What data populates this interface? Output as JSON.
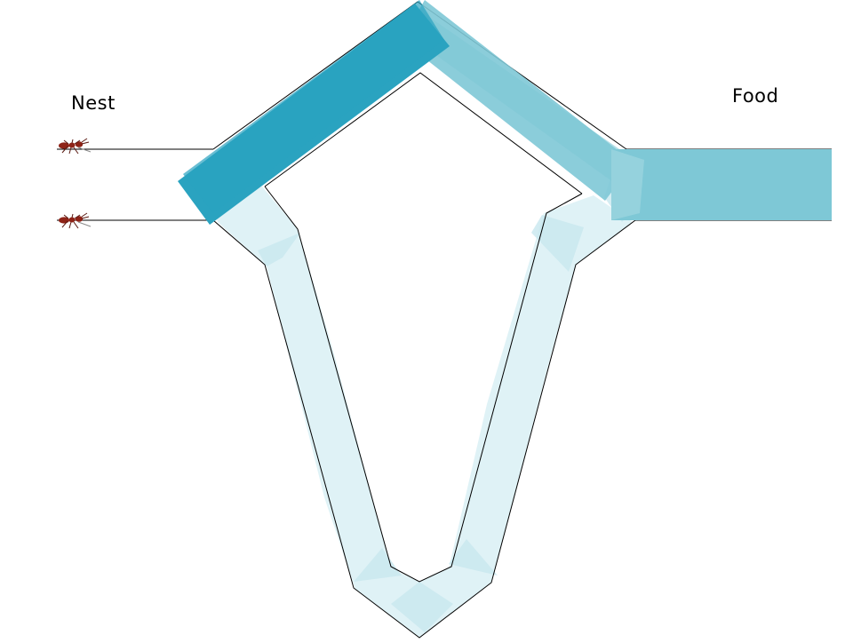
{
  "labels": {
    "nest": "Nest",
    "food": "Food"
  },
  "colors": {
    "strong_trail": "#2aa3c0",
    "medium_trail": "#7ec8d6",
    "faint_trail": "#dff2f6",
    "faint_trail_patch": "#c8e7ef",
    "path_outline": "#000000",
    "ant_body": "#8e2317"
  },
  "icons": {
    "ant": "ant-icon"
  },
  "ants": [
    {
      "name": "ant-upper"
    },
    {
      "name": "ant-lower"
    }
  ],
  "paths": [
    {
      "name": "short-path-upper-route",
      "pheromone_level": "high"
    },
    {
      "name": "long-path-lower-route",
      "pheromone_level": "low"
    }
  ]
}
